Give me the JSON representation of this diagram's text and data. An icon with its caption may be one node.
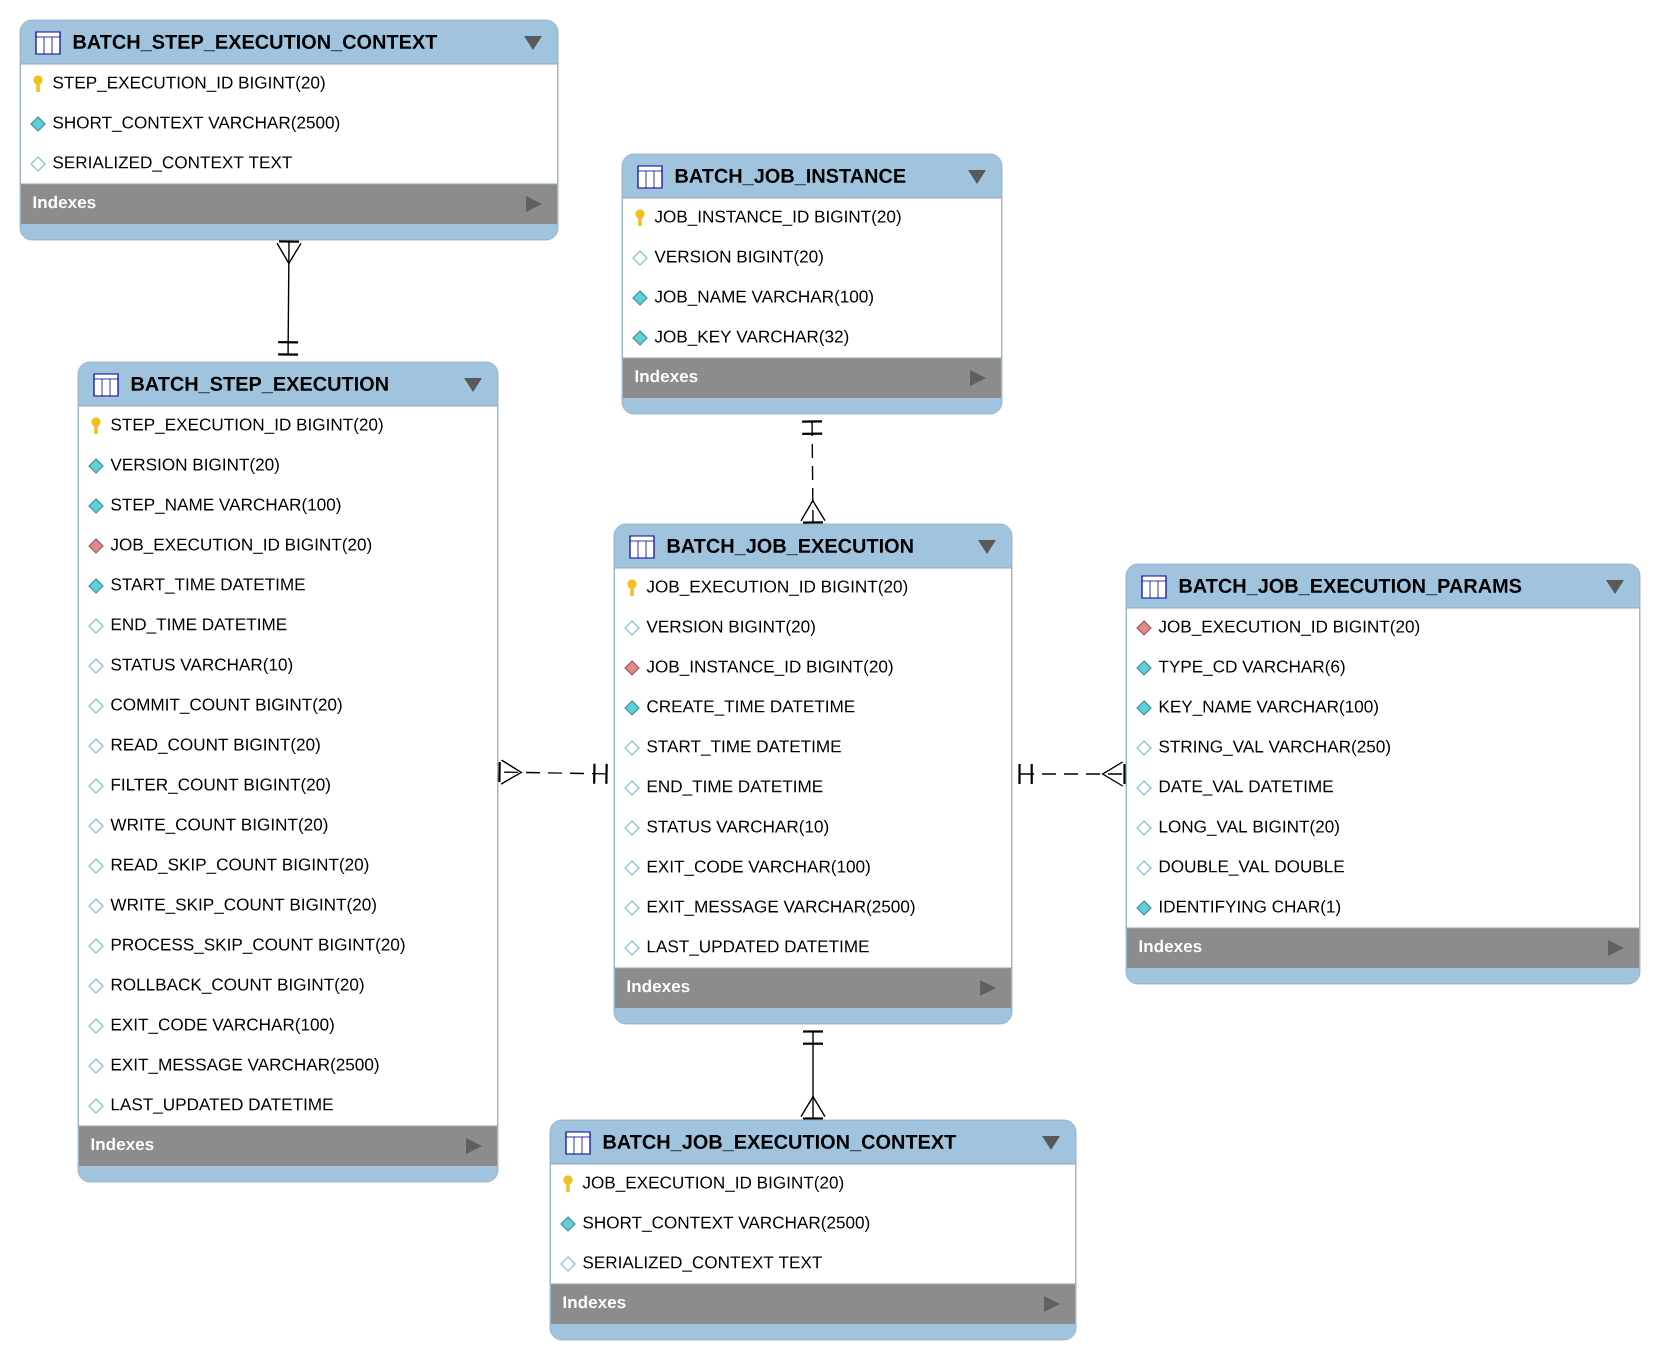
{
  "diagram": {
    "nodes": [
      {
        "text": [
          "BATCH_STEP_EXECUTION_CONTEXT",
          "STEP_EXECUTION_ID BIGINT(20)",
          "SHORT_CONTEXT VARCHAR(2500)",
          "SERIALIZED_CONTEXT TEXT",
          "Indexes"
        ]
      },
      {
        "text": [
          "BATCH_JOB_INSTANCE",
          "JOB_INSTANCE_ID BIGINT(20)",
          "VERSION BIGINT(20)",
          "JOB_NAME VARCHAR(100)",
          "JOB_KEY VARCHAR(32)",
          "Indexes"
        ]
      },
      {
        "text": [
          "BATCH_STEP_EXECUTION",
          "STEP_EXECUTION_ID BIGINT(20)",
          "VERSION BIGINT(20)",
          "STEP_NAME VARCHAR(100)",
          "JOB_EXECUTION_ID BIGINT(20)",
          "START_TIME DATETIME",
          "END_TIME DATETIME",
          "STATUS VARCHAR(10)",
          "COMMIT_COUNT BIGINT(20)",
          "READ_COUNT BIGINT(20)",
          "FILTER_COUNT BIGINT(20)",
          "WRITE_COUNT BIGINT(20)",
          "READ_SKIP_COUNT BIGINT(20)",
          "WRITE_SKIP_COUNT BIGINT(20)",
          "PROCESS_SKIP_COUNT BIGINT(20)",
          "ROLLBACK_COUNT BIGINT(20)",
          "EXIT_CODE VARCHAR(100)",
          "EXIT_MESSAGE VARCHAR(2500)",
          "LAST_UPDATED DATETIME",
          "Indexes"
        ]
      },
      {
        "text": [
          "BATCH_JOB_EXECUTION",
          "JOB_EXECUTION_ID BIGINT(20)",
          "VERSION BIGINT(20)",
          "JOB_INSTANCE_ID BIGINT(20)",
          "CREATE_TIME DATETIME",
          "START_TIME DATETIME",
          "END_TIME DATETIME",
          "STATUS VARCHAR(10)",
          "EXIT_CODE VARCHAR(100)",
          "EXIT_MESSAGE VARCHAR(2500)",
          "LAST_UPDATED DATETIME",
          "Indexes"
        ]
      },
      {
        "text": [
          "BATCH_JOB_EXECUTION_PARAMS",
          "JOB_EXECUTION_ID BIGINT(20)",
          "TYPE_CD VARCHAR(6)",
          "KEY_NAME VARCHAR(100)",
          "STRING_VAL VARCHAR(250)",
          "DATE_VAL DATETIME",
          "LONG_VAL BIGINT(20)",
          "DOUBLE_VAL DOUBLE",
          "IDENTIFYING CHAR(1)",
          "Indexes"
        ]
      },
      {
        "text": [
          "BATCH_JOB_EXECUTION_CONTEXT",
          "JOB_EXECUTION_ID BIGINT(20)",
          "SHORT_CONTEXT VARCHAR(2500)",
          "SERIALIZED_CONTEXT TEXT",
          "Indexes"
        ]
      }
    ],
    "edges": [
      {
        "from": 2,
        "to": 0,
        "arrow": "other"
      },
      {
        "from": 3,
        "to": 2,
        "arrow": "other",
        "style": "dashed"
      },
      {
        "from": 1,
        "to": 3,
        "arrow": "other",
        "style": "dashed"
      },
      {
        "from": 3,
        "to": 4,
        "arrow": "other",
        "style": "dashed"
      },
      {
        "from": 3,
        "to": 5,
        "arrow": "other"
      }
    ]
  }
}
